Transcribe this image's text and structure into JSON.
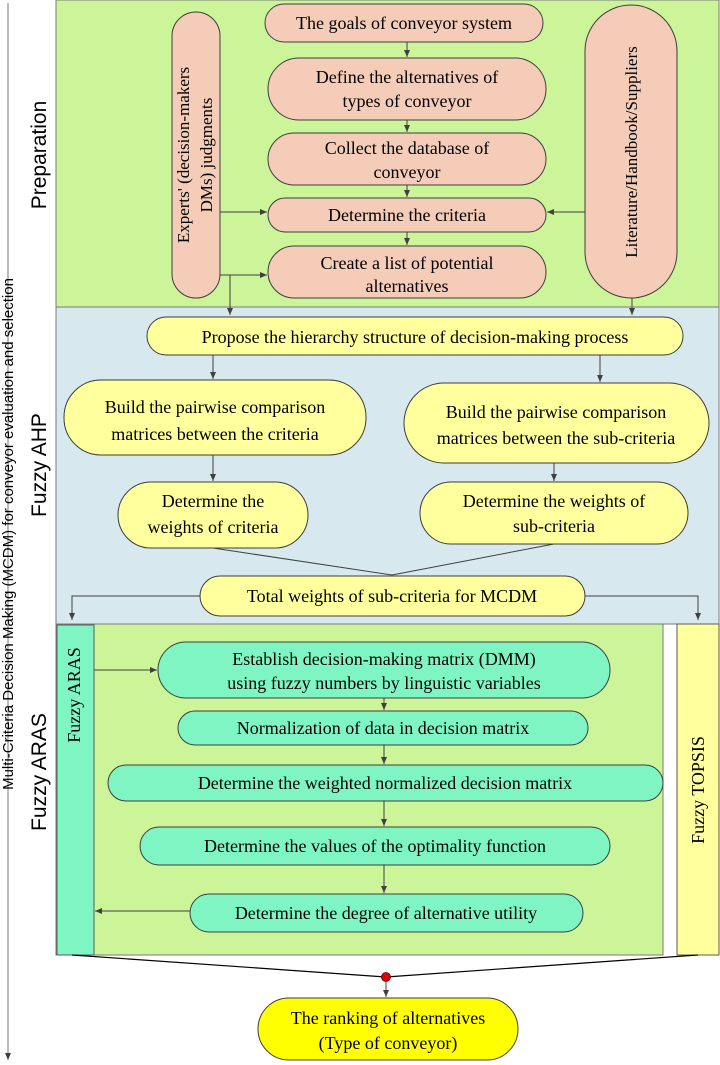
{
  "main_axis_label": "Multi-Criteria Decision Making (MCDM) for conveyor evaluation and selection",
  "stages": {
    "preparation": "Preparation",
    "fuzzy_ahp": "Fuzzy AHP",
    "fuzzy_aras": "Fuzzy ARAS"
  },
  "preparation": {
    "goals": "The goals of conveyor system",
    "define_alt_1": "Define the alternatives of",
    "define_alt_2": "types of conveyor",
    "collect_1": "Collect the database of",
    "collect_2": "conveyor",
    "criteria": "Determine the criteria",
    "list_1": "Create a list of potential",
    "list_2": "alternatives",
    "experts_1": "Experts' (decision-makers",
    "experts_2": "DMs) judgments",
    "literature": "Literature/Handbook/Suppliers"
  },
  "ahp": {
    "hierarchy": "Propose the hierarchy structure of decision-making process",
    "pairwise_criteria_1": "Build the pairwise comparison",
    "pairwise_criteria_2": "matrices between the criteria",
    "pairwise_sub_1": "Build the pairwise comparison",
    "pairwise_sub_2": "matrices between the sub-criteria",
    "weights_criteria_1": "Determine the",
    "weights_criteria_2": "weights of criteria",
    "weights_sub_1": "Determine the weights of",
    "weights_sub_2": "sub-criteria",
    "total_weights": "Total weights of sub-criteria for MCDM"
  },
  "aras": {
    "side_label": "Fuzzy ARAS",
    "topsis_label": "Fuzzy TOPSIS",
    "dmm_1": "Establish decision-making matrix (DMM)",
    "dmm_2": "using fuzzy numbers by linguistic variables",
    "normalization": "Normalization of data in decision matrix",
    "weighted": "Determine the weighted normalized decision matrix",
    "optimality": "Determine the values of the optimality function",
    "utility": "Determine the degree of alternative utility"
  },
  "result": {
    "line_1": "The ranking of alternatives",
    "line_2": "(Type of conveyor)"
  },
  "colors": {
    "preparation_bg": "#ccf59a",
    "ahp_bg": "#d7e8ef",
    "aras_bg": "#ccf59a",
    "salmon_box": "#f4ccb8",
    "yellow_box": "#ffff9e",
    "teal_box": "#7ff5c4",
    "final_box": "#ffff00",
    "merge_dot": "#e00000"
  }
}
